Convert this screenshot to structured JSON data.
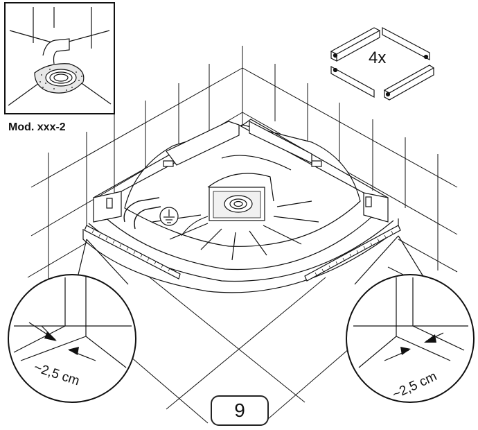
{
  "model_label": "Mod. xxx-2",
  "quantity_label": "4x",
  "step_number": "9",
  "gap_label_left": "~2,5 cm",
  "gap_label_right": "~2,5 cm"
}
